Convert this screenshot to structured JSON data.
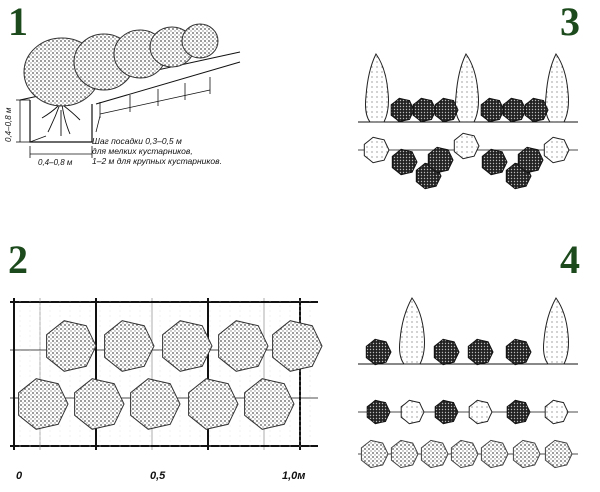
{
  "panels": {
    "one": {
      "number": "1",
      "depth_label": "0,4–0,8 м",
      "width_label": "0,4–0,8 м",
      "spacing_note": [
        "Шаг посадки 0,3–0,5 м",
        "для мелких кустарников,",
        "1–2 м для крупных кустарников."
      ]
    },
    "two": {
      "number": "2",
      "scale_labels": [
        "0",
        "0,5",
        "1,0м"
      ]
    },
    "three": {
      "number": "3"
    },
    "four": {
      "number": "4"
    }
  },
  "colors": {
    "panel_number": "#1c4a1c",
    "ink": "#111111",
    "dark_shrub": "#2a2a2a",
    "light_shrub": "#f4f4f4",
    "grid_gray": "#bdbdbd"
  }
}
